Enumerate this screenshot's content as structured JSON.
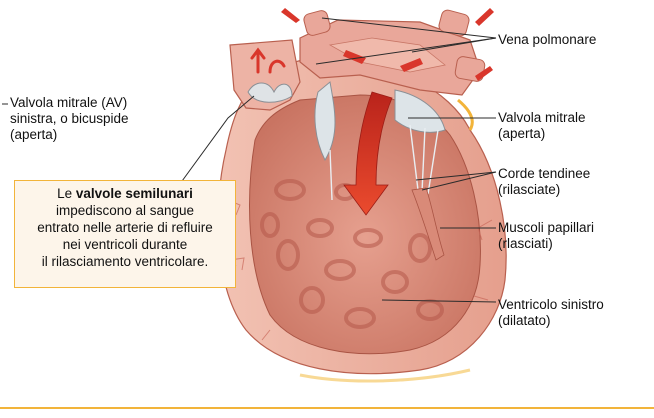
{
  "labels": {
    "vena_polmonare": "Vena polmonare",
    "valvola_mitrale_av": [
      "Valvola mitrale (AV)",
      "sinistra, o bicuspide",
      "(aperta)"
    ],
    "valvola_mitrale": [
      "Valvola mitrale",
      "(aperta)"
    ],
    "corde_tendinee": [
      "Corde tendinee",
      "(rilasciate)"
    ],
    "muscoli_papillari": [
      "Muscoli papillari",
      "(rlasciati)"
    ],
    "ventricolo_sinistro": [
      "Ventricolo sinistro",
      "(dilatato)"
    ]
  },
  "callout": {
    "prefix": "Le ",
    "bold": "valvole semilunari",
    "lines": [
      "impediscono al sangue",
      "entrato nelle arterie di refluire",
      "nei ventricoli durante",
      "il rilasciamento ventricolare."
    ]
  },
  "colors": {
    "accent": "#f2b43a",
    "callout_bg": "#fdf5ea",
    "tissue": "#e9a79a",
    "tissue_dark": "#c9685a",
    "arrow_red": "#d9362b"
  }
}
